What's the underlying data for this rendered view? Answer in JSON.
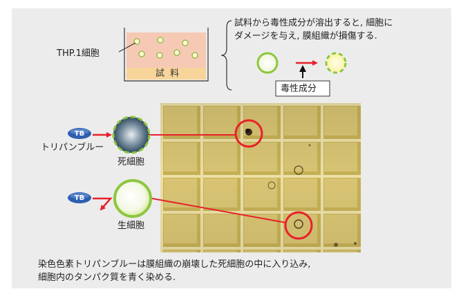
{
  "labels": {
    "thp1": "THP.1細胞",
    "sample": "試 料",
    "dead_cell": "死細胞",
    "live_cell": "生細胞",
    "tb_badge": "TB",
    "trypan_blue": "トリパンブルー",
    "toxic_component": "毒性成分"
  },
  "description": {
    "line1": "試料から毒性成分が溶出すると, 細胞に",
    "line2": "ダメージを与え, 膜組織が損傷する."
  },
  "caption": {
    "line1": "染色色素トリパンブルーは膜組織の崩壊した死細胞の中に入り込み,",
    "line2": "細胞内のタンパク質を青く染める."
  },
  "colors": {
    "panel_bg": "#ececec",
    "sample_band": "#f7d59a",
    "medium": "#f5c9b4",
    "cell_green": "#8cc63f",
    "arrow_red": "#e8202a",
    "tb_blue": "#2d5fb0",
    "micro_bg": "#c9b45a"
  }
}
